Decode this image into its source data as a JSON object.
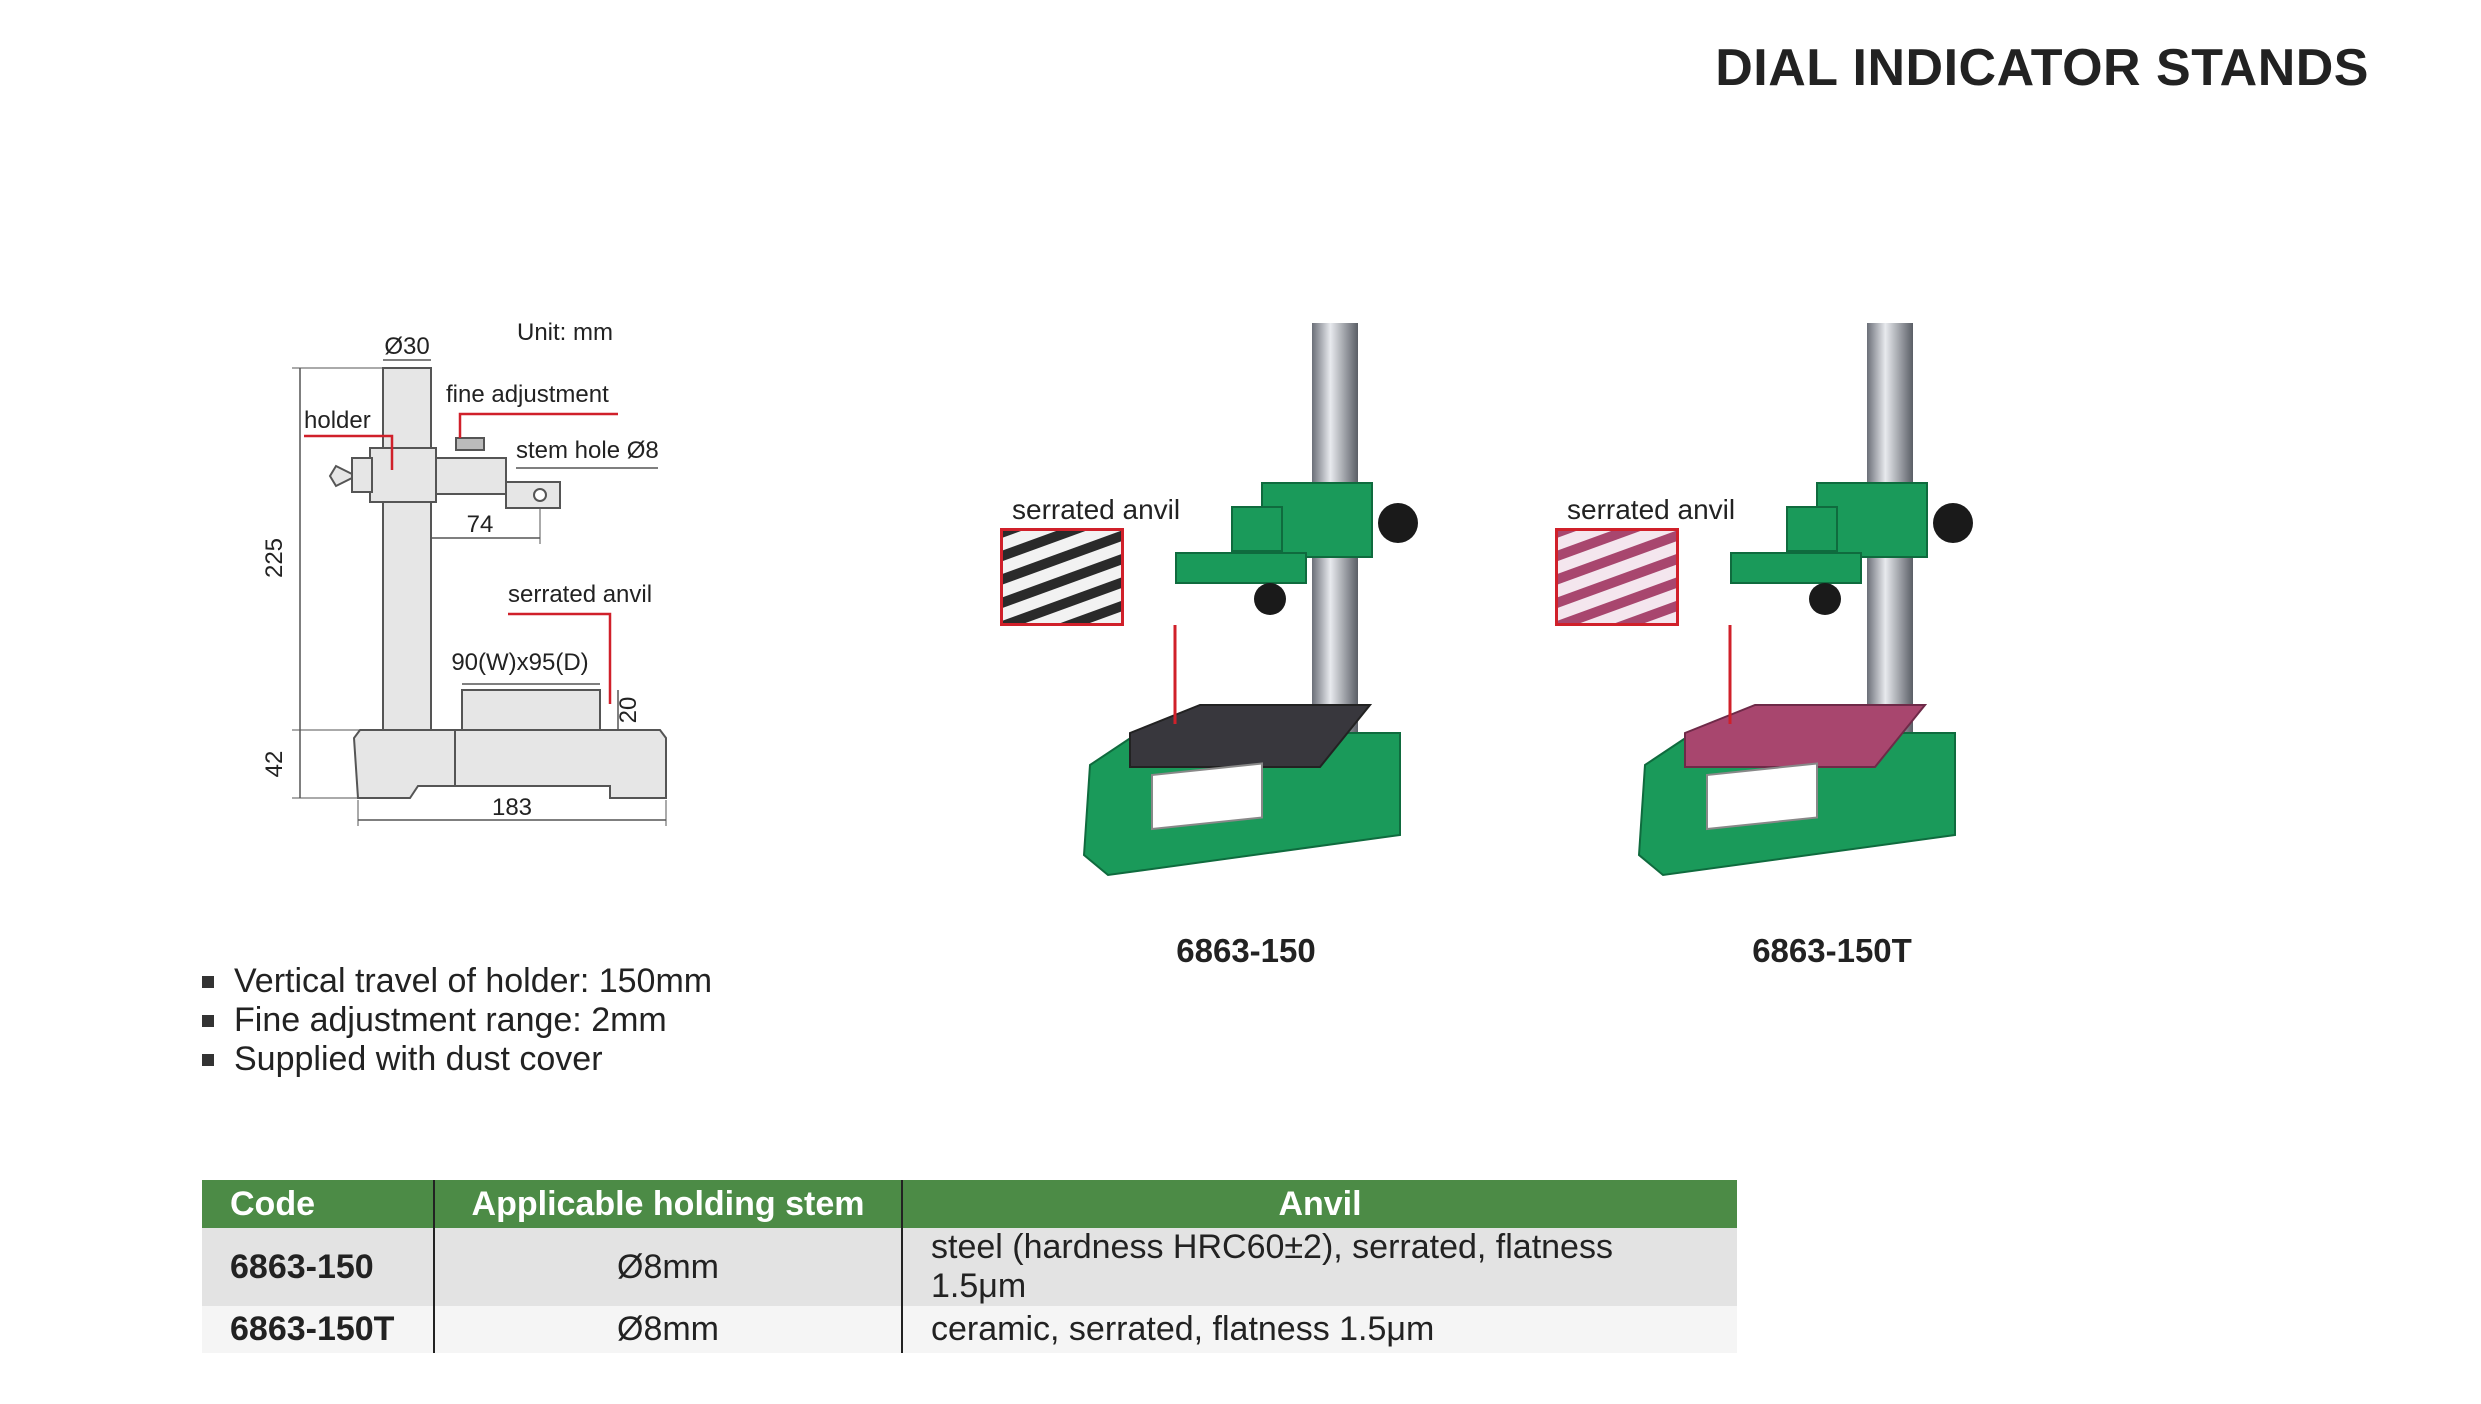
{
  "page": {
    "title": "DIAL INDICATOR STANDS"
  },
  "drawing": {
    "unit": "Unit: mm",
    "column_diameter": "Ø30",
    "fine_adjustment": "fine adjustment",
    "holder": "holder",
    "stem_hole": "stem hole Ø8",
    "arm_length": "74",
    "height": "225",
    "serrated_anvil": "serrated anvil",
    "anvil_size": "90(W)x95(D)",
    "anvil_height": "20",
    "base_height": "42",
    "base_width": "183"
  },
  "products": [
    {
      "code": "6863-150",
      "inset_label": "serrated anvil",
      "anvil_color": "#38373d"
    },
    {
      "code": "6863-150T",
      "inset_label": "serrated anvil",
      "anvil_color": "#a8466e"
    }
  ],
  "features": [
    "Vertical travel of holder: 150mm",
    "Fine adjustment range: 2mm",
    "Supplied with dust cover"
  ],
  "table": {
    "headers": [
      "Code",
      "Applicable holding stem",
      "Anvil"
    ],
    "rows": [
      [
        "6863-150",
        "Ø8mm",
        "steel (hardness HRC60±2), serrated, flatness 1.5μm"
      ],
      [
        "6863-150T",
        "Ø8mm",
        "ceramic, serrated, flatness 1.5μm"
      ]
    ]
  },
  "colors": {
    "header_green": "#4c8b46",
    "stand_green": "#1a9a5a",
    "callout_red": "#d0202a"
  }
}
